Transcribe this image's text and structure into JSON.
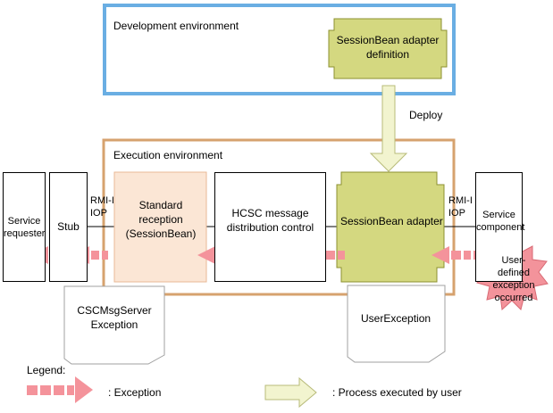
{
  "development": {
    "label": "Development environment",
    "definition_label": "SessionBean adapter definition"
  },
  "deploy_label": "Deploy",
  "execution": {
    "label": "Execution environment"
  },
  "components": {
    "service_requester": "Service requester",
    "stub": "Stub",
    "rmi_iiop_left": "RMI-IIOP",
    "standard_reception": "Standard reception (SessionBean)",
    "hcsc_message_distribution": "HCSC message distribution control",
    "sessionbean_adapter": "SessionBean adapter",
    "rmi_iiop_right": "RMI-IIOP",
    "service_component": "Service component"
  },
  "exception_burst": "User-defined exception occurred",
  "documents": {
    "cscmsg_server_exception": "CSCMsgServer Exception",
    "user_exception": "UserException"
  },
  "legend": {
    "title": "Legend:",
    "exception": ": Exception",
    "process_by_user": ": Process executed by user"
  },
  "colors": {
    "dev_border": "#6aaee3",
    "exec_border": "#d6a26e",
    "adapter_fill": "#d4d880",
    "adapter_border": "#8c9030",
    "reception_fill": "#fbe6d5",
    "reception_border": "#e8b896",
    "exception_arrow": "#f4939b",
    "burst_fill": "#f3939b",
    "user_arrow_fill": "#f2f4cf",
    "user_arrow_border": "#b8bb7a"
  }
}
